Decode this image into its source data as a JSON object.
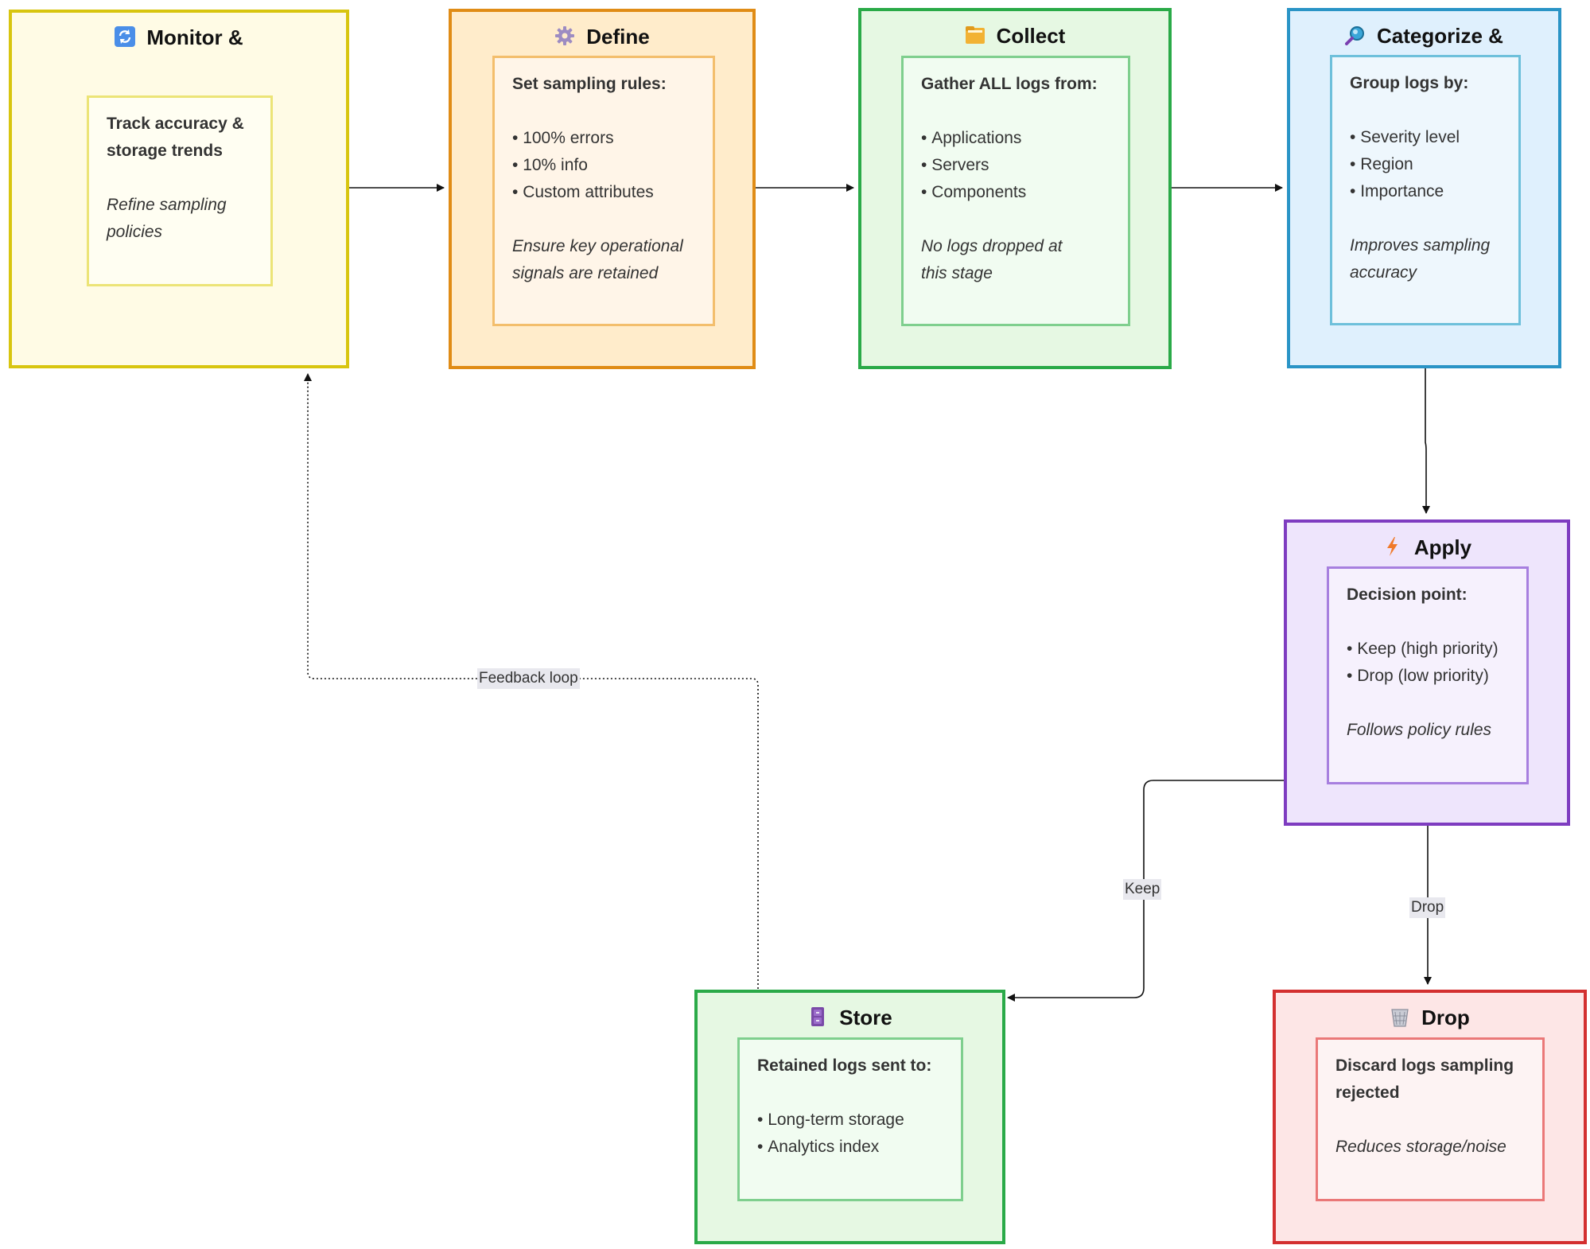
{
  "colors": {
    "yellow_border": "#d8c50f",
    "yellow_fill": "#fffbe5",
    "orange_border": "#e08c16",
    "orange_fill": "#ffeccb",
    "green_border": "#2aaa48",
    "green_fill": "#e6f8e3",
    "blue_border": "#2a94c6",
    "blue_fill": "#dff0fd",
    "purple_border": "#7e3cc0",
    "purple_fill": "#eee5fc",
    "red_border": "#d33030",
    "red_fill": "#fde6e6"
  },
  "nodes": {
    "monitor": {
      "title": "Monitor &",
      "icon": "refresh-icon",
      "heading": "Track accuracy & storage trends",
      "note": "Refine sampling policies"
    },
    "define": {
      "title": "Define",
      "icon": "gear-icon",
      "heading": "Set sampling rules:",
      "items": [
        "100% errors",
        "10% info",
        "Custom attributes"
      ],
      "note": "Ensure key operational signals are retained"
    },
    "collect": {
      "title": "Collect",
      "icon": "folder-icon",
      "heading": "Gather ALL logs from:",
      "items": [
        "Applications",
        "Servers",
        "Components"
      ],
      "note": "No logs dropped at this stage"
    },
    "categorize": {
      "title": "Categorize &",
      "icon": "magnifier-icon",
      "heading": "Group logs by:",
      "items": [
        "Severity level",
        "Region",
        "Importance"
      ],
      "note": "Improves sampling accuracy"
    },
    "apply": {
      "title": "Apply",
      "icon": "lightning-icon",
      "heading": "Decision point:",
      "items": [
        "Keep (high priority)",
        "Drop (low priority)"
      ],
      "note": "Follows policy rules"
    },
    "store": {
      "title": "Store",
      "icon": "file-cabinet-icon",
      "heading": "Retained logs sent to:",
      "items": [
        "Long-term storage",
        "Analytics index"
      ]
    },
    "drop": {
      "title": "Drop",
      "icon": "wastebasket-icon",
      "heading": "Discard logs sampling rejected",
      "note": "Reduces storage/noise"
    }
  },
  "edges": {
    "keep_label": "Keep",
    "drop_label": "Drop",
    "feedback_label": "Feedback loop"
  }
}
